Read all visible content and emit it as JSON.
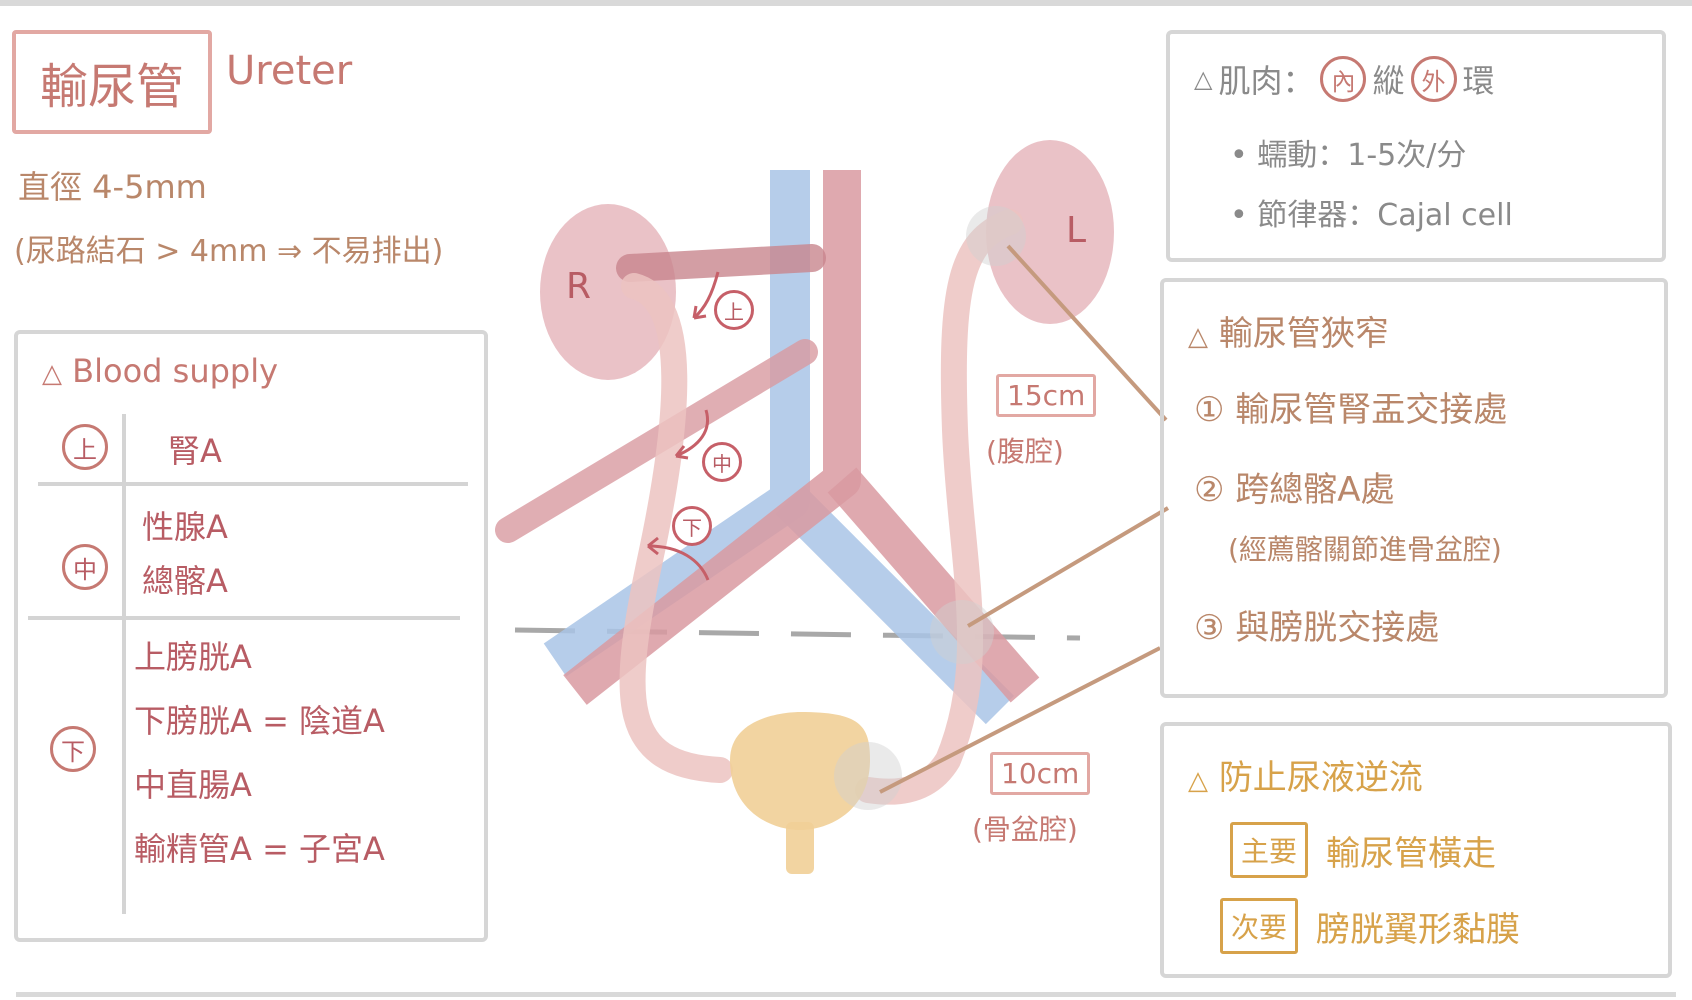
{
  "title": {
    "zh": "輸尿管",
    "en": "Ureter"
  },
  "diameter": "直徑 4-5mm",
  "stone_note": "(尿路結石 > 4mm ⇒ 不易排出)",
  "blood_supply": {
    "heading": "Blood supply",
    "rows": [
      {
        "mark": "上",
        "items": [
          "腎A"
        ]
      },
      {
        "mark": "中",
        "items": [
          "性腺A",
          "總髂A"
        ]
      },
      {
        "mark": "下",
        "items": [
          "上膀胱A",
          "下膀胱A = 陰道A",
          "中直腸A",
          "輸精管A = 子宮A"
        ]
      }
    ]
  },
  "diagram": {
    "kidney_right": "R",
    "kidney_left": "L",
    "mark_upper": "上",
    "mark_middle": "中",
    "mark_lower": "下",
    "length_abdominal": "15cm",
    "cavity_abdominal": "(腹腔)",
    "length_pelvic": "10cm",
    "cavity_pelvic": "(骨盆腔)"
  },
  "muscle": {
    "prefix": "肌肉：",
    "inner_mark": "內",
    "inner_text": "縱",
    "outer_mark": "外",
    "outer_text": "環",
    "peristalsis": "蠕動：1-5次/分",
    "pacemaker": "節律器：Cajal cell"
  },
  "narrowing": {
    "heading": "輸尿管狹窄",
    "items": [
      {
        "num": "①",
        "text": "輸尿管腎盂交接處"
      },
      {
        "num": "②",
        "text": "跨總髂A處"
      },
      {
        "num": "",
        "text": "(經薦髂關節進骨盆腔)"
      },
      {
        "num": "③",
        "text": "與膀胱交接處"
      }
    ]
  },
  "reflux": {
    "heading": "防止尿液逆流",
    "rows": [
      {
        "tag": "主要",
        "text": "輸尿管橫走"
      },
      {
        "tag": "次要",
        "text": "膀胱翼形黏膜"
      }
    ]
  },
  "colors": {
    "rose": "#c67972",
    "tan": "#b9876a",
    "gold": "#d7a24a",
    "artery": "#d99aa1",
    "vein": "#a9c4e6",
    "ureter": "#ecc3c1",
    "bladder": "#f1cf97",
    "kidney": "#e6b7bd"
  }
}
